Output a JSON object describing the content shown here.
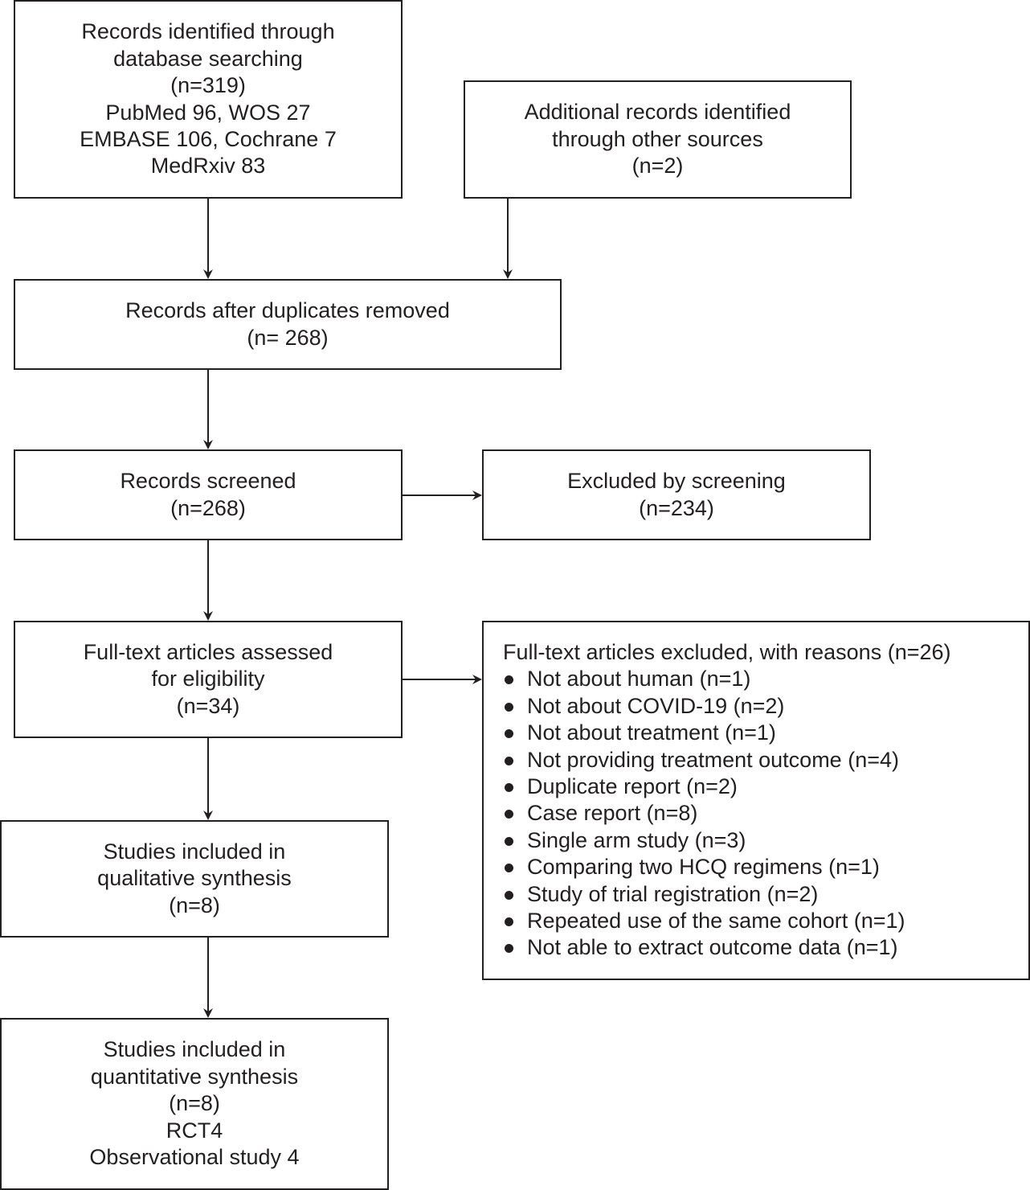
{
  "boxes": {
    "identified_db": [
      "Records identified through",
      "database searching",
      "(n=319)",
      "PubMed 96, WOS 27",
      "EMBASE 106, Cochrane 7",
      "MedRxiv 83"
    ],
    "identified_other": [
      "Additional records identified",
      "through other sources",
      "(n=2)"
    ],
    "after_duplicates": [
      "Records after duplicates removed",
      "(n= 268)"
    ],
    "screened": [
      "Records screened",
      "(n=268)"
    ],
    "excluded_screening": [
      "Excluded by screening",
      "(n=234)"
    ],
    "fulltext_assessed": [
      "Full-text articles assessed",
      "for eligibility",
      "(n=34)"
    ],
    "qualitative": [
      "Studies included in",
      "qualitative synthesis",
      "(n=8)"
    ],
    "quantitative": [
      "Studies included in",
      "quantitative synthesis",
      "(n=8)",
      "RCT4",
      "Observational study 4"
    ]
  },
  "exclusions": {
    "heading": "Full-text articles excluded, with reasons (n=26)",
    "reasons": [
      "Not about human (n=1)",
      "Not about COVID-19 (n=2)",
      "Not about treatment (n=1)",
      "Not providing treatment outcome (n=4)",
      "Duplicate report (n=2)",
      "Case report (n=8)",
      "Single arm study (n=3)",
      "Comparing two HCQ regimens (n=1)",
      "Study of trial registration (n=2)",
      "Repeated use of the same cohort (n=1)",
      "Not able to extract outcome data (n=1)"
    ]
  },
  "colors": {
    "line": "#231f20",
    "background": "#ffffff"
  }
}
